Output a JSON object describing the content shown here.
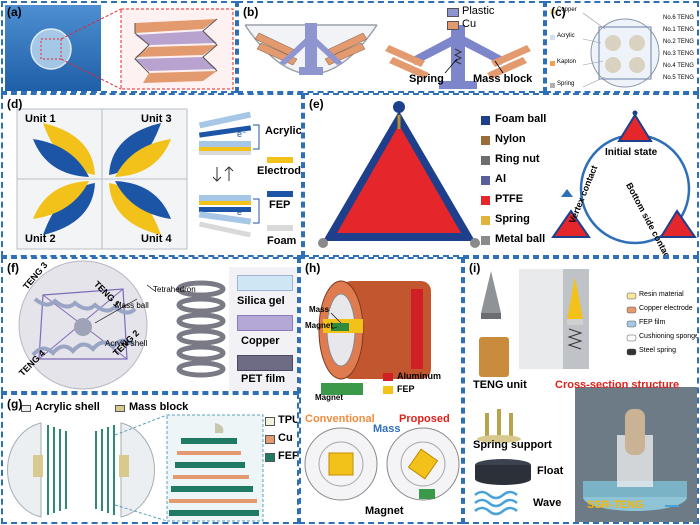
{
  "colors": {
    "frame": "#2f6fb5",
    "copper": "#e39a6f",
    "plastic": "#8e95cf",
    "acrylic": "#a7c7e7",
    "electrode": "#f2c21b",
    "fep": "#1d55a6",
    "foam": "#d9d9d9",
    "ptfe": "#e5262b",
    "aluminum": "#d11f26",
    "tpu": "#f1f1dc",
    "silica": "#cfe6f5",
    "pet": "#6e6b84",
    "red_text": "#e0211b",
    "orange_text": "#f08c3c",
    "blue_text": "#2f6fb5",
    "gold_text": "#f7b500"
  },
  "panels": {
    "a": {
      "label": "(a)"
    },
    "b": {
      "label": "(b)",
      "legend": [
        "Plastic",
        "Cu"
      ],
      "callouts": [
        "Spring",
        "Mass block"
      ]
    },
    "c": {
      "label": "(c)",
      "left": [
        "Copper",
        "Acrylic",
        "Kapton",
        "Spring"
      ],
      "right": [
        "No.6 TENG",
        "No.1 TENG",
        "No.2 TENG",
        "No.3 TENG",
        "No.4 TENG",
        "No.5 TENG"
      ]
    },
    "d": {
      "label": "(d)",
      "units": [
        "Unit 1",
        "Unit 3",
        "Unit 2",
        "Unit 4"
      ],
      "legend": [
        "Acrylic",
        "Electrode",
        "FEP",
        "Foam"
      ],
      "electron": "e⁻"
    },
    "e": {
      "label": "(e)",
      "legend": [
        "Foam ball",
        "Nylon",
        "Ring nut",
        "Al",
        "PTFE",
        "Spring",
        "Metal ball"
      ],
      "cycle": [
        "Initial state",
        "Bottom side contact",
        "Vertex contact"
      ]
    },
    "f": {
      "label": "(f)",
      "tengs": [
        "TENG 3",
        "TENG 1",
        "TENG 4",
        "TENG 2"
      ],
      "callouts": [
        "Tetrahedron",
        "Mass ball",
        "Acrylic shell"
      ],
      "legend": [
        "Silica gel",
        "Copper",
        "PET film"
      ]
    },
    "g": {
      "label": "(g)",
      "callouts": [
        "Acrylic shell",
        "Mass block"
      ],
      "legend": [
        "TPU",
        "Cu",
        "FEP"
      ]
    },
    "h": {
      "label": "(h)",
      "callouts": [
        "Mass",
        "Magnet",
        "Magnet"
      ],
      "legend": [
        "Aluminum",
        "FEP"
      ],
      "compare": [
        "Conventional",
        "Mass",
        "Proposed"
      ],
      "bottom": "Magnet"
    },
    "i": {
      "label": "(i)",
      "legend": [
        "Resin material",
        "Copper electrode",
        "FEP film",
        "Cushioning sponge",
        "Steel spring"
      ],
      "parts": [
        "TENG unit",
        "Spring support",
        "Float",
        "Wave"
      ],
      "title": "Cross-section structure",
      "device": "SSR-TENG"
    }
  }
}
